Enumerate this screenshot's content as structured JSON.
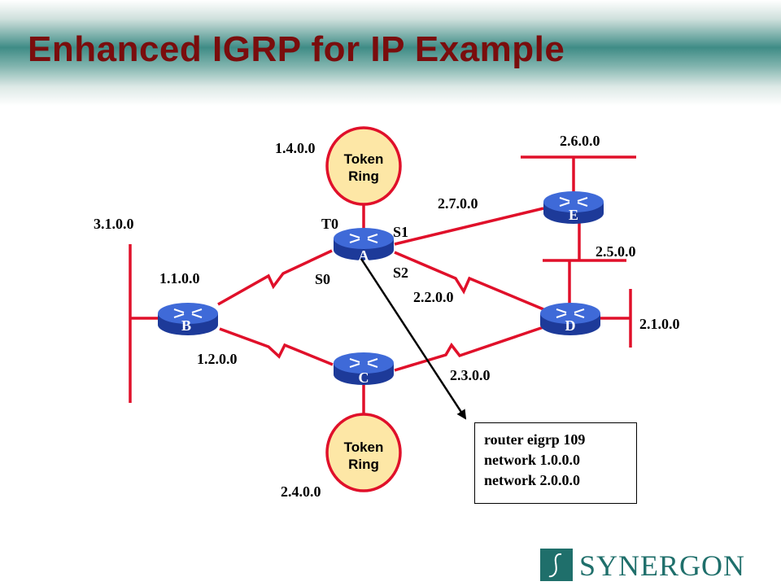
{
  "slide": {
    "title": "Enhanced IGRP for IP Example"
  },
  "colors": {
    "title": "#7a0d0d",
    "link": "#e0102a",
    "router_top": "#3f6ad8",
    "router_side": "#1d3a99",
    "token_ring_fill": "#fde7a6",
    "token_ring_stroke": "#e0102a",
    "logo": "#1f6f6b"
  },
  "routers": {
    "a": "A",
    "b": "B",
    "c": "C",
    "d": "D",
    "e": "E"
  },
  "token_rings": {
    "top": [
      "Token",
      "Ring"
    ],
    "bottom": [
      "Token",
      "Ring"
    ]
  },
  "networks": {
    "n140": "1.4.0.0",
    "n260": "2.6.0.0",
    "n270": "2.7.0.0",
    "n310": "3.1.0.0",
    "n250": "2.5.0.0",
    "n110": "1.1.0.0",
    "n220": "2.2.0.0",
    "n210": "2.1.0.0",
    "n120": "1.2.0.0",
    "n230": "2.3.0.0",
    "n240": "2.4.0.0"
  },
  "interfaces": {
    "t0": "T0",
    "s1": "S1",
    "s0": "S0",
    "s2": "S2"
  },
  "config": {
    "lines": [
      "router eigrp 109",
      "network 1.0.0.0",
      "network 2.0.0.0"
    ]
  },
  "logo": {
    "text": "SYNERGON"
  }
}
